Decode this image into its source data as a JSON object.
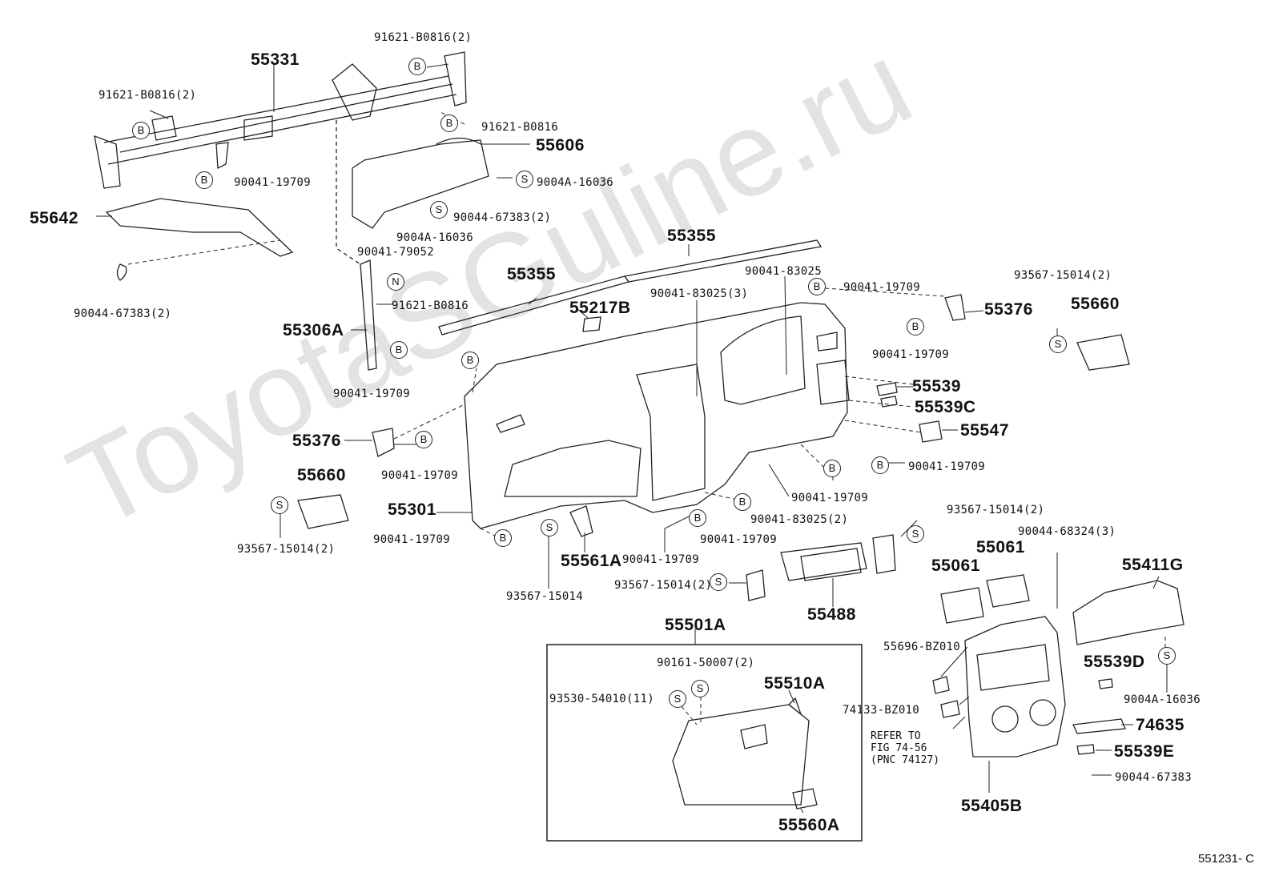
{
  "watermark": "ToyotaSGuline.ru",
  "figure_id": "551231- C",
  "markers": {
    "bolt": "B",
    "screw": "S",
    "nut": "N"
  },
  "labels": {
    "p55331": "55331",
    "p91621_top": "91621-B0816(2)",
    "p91621_left": "91621-B0816(2)",
    "p91621_right": "91621-B0816",
    "p55606": "55606",
    "p9004a_a": "9004A-16036",
    "p90041_19709_a": "90041-19709",
    "p90044_67383_a": "90044-67383(2)",
    "p9004a_b": "9004A-16036",
    "p55642": "55642",
    "p90041_79052": "90041-79052",
    "p90044_67383_b": "90044-67383(2)",
    "p91621_mid": "91621-B0816",
    "p55306a": "55306A",
    "p55355_a": "55355",
    "p55355_b": "55355",
    "p55217b": "55217B",
    "p90041_83025_3": "90041-83025(3)",
    "p90041_83025": "90041-83025",
    "p90041_19709_b": "90041-19709",
    "p55376_a": "55376",
    "p93567_a": "93567-15014(2)",
    "p55660_a": "55660",
    "p90041_19709_c": "90041-19709",
    "p90041_19709_d": "90041-19709",
    "p55539": "55539",
    "p55539c": "55539C",
    "p55547": "55547",
    "p90041_19709_e": "90041-19709",
    "p55376_b": "55376",
    "p90041_19709_f": "90041-19709",
    "p55660_b": "55660",
    "p90041_19709_g": "90041-19709",
    "p90041_83025_2": "90041-83025(2)",
    "p55301": "55301",
    "p93567_b": "93567-15014(2)",
    "p90041_19709_h": "90041-19709",
    "p90041_19709_i": "90041-19709",
    "p93567_c": "93567-15014(2)",
    "p55561a": "55561A",
    "p90041_19709_j": "90041-19709",
    "p90044_68324": "90044-68324(3)",
    "p55061_a": "55061",
    "p55061_b": "55061",
    "p55411g": "55411G",
    "p93567_d": "93567-15014(2)",
    "p93567_e": "93567-15014",
    "p55488": "55488",
    "p55501a": "55501A",
    "p90161": "90161-50007(2)",
    "p55510a": "55510A",
    "p93530": "93530-54010(11)",
    "p55696": "55696-BZ010",
    "p55539d": "55539D",
    "p9004a_c": "9004A-16036",
    "p74133": "74133-BZ010",
    "p74635": "74635",
    "p55539e": "55539E",
    "p90044_67383_c": "90044-67383",
    "p55405b": "55405B",
    "p55560a": "55560A",
    "refer_note": "REFER TO\nFIG 74-56\n(PNC 74127)"
  }
}
